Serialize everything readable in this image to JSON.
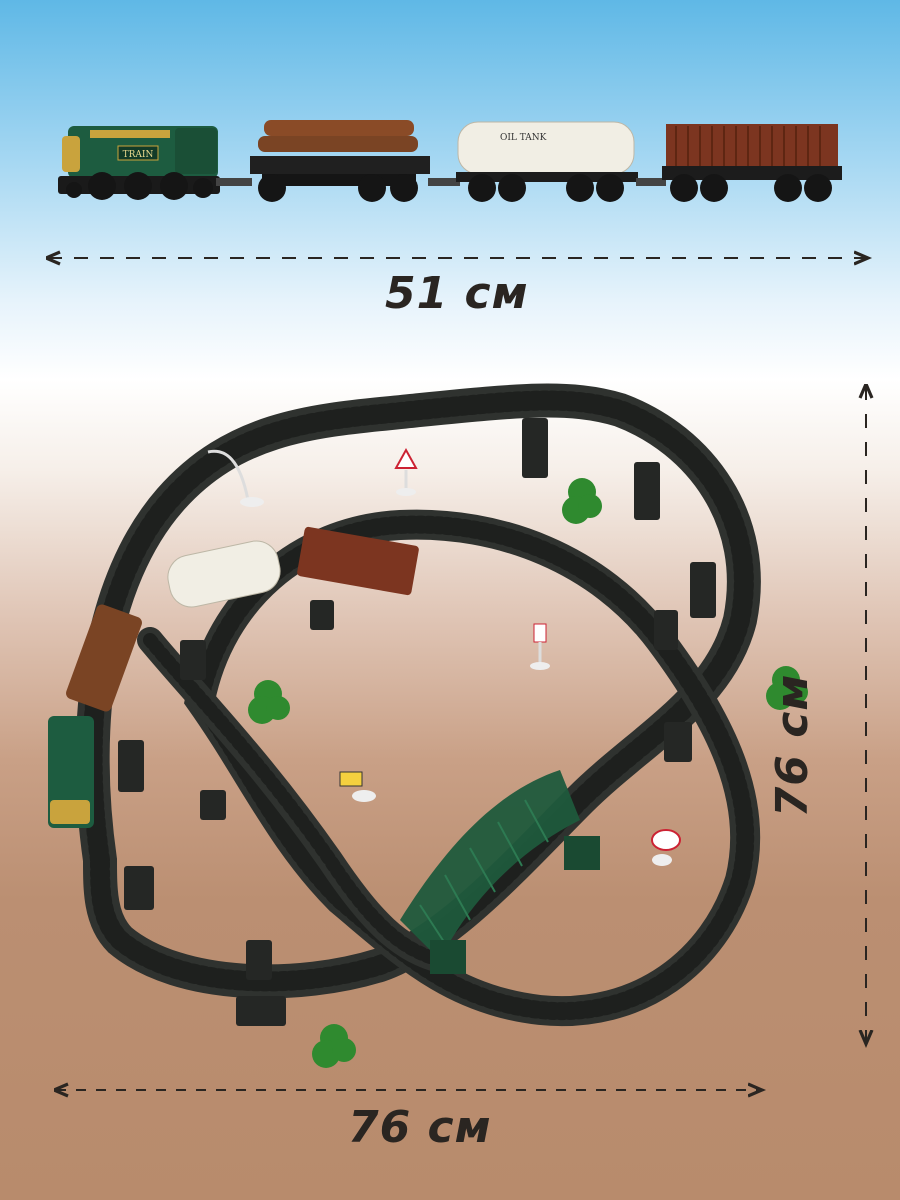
{
  "dimensions": {
    "train_length": "51 см",
    "track_depth": "76 см",
    "track_height": "76 см"
  },
  "train": {
    "locomotive_text": "TRAIN",
    "tank_text": "OIL TANK"
  },
  "colors": {
    "track": "#2f322f",
    "bridge": "#1f5a3c",
    "locomotive": "#1d5c40",
    "log_car": "#7a4424",
    "tank_car": "#f1eee4",
    "box_car": "#7c3520",
    "tree": "#2f8a2f"
  }
}
